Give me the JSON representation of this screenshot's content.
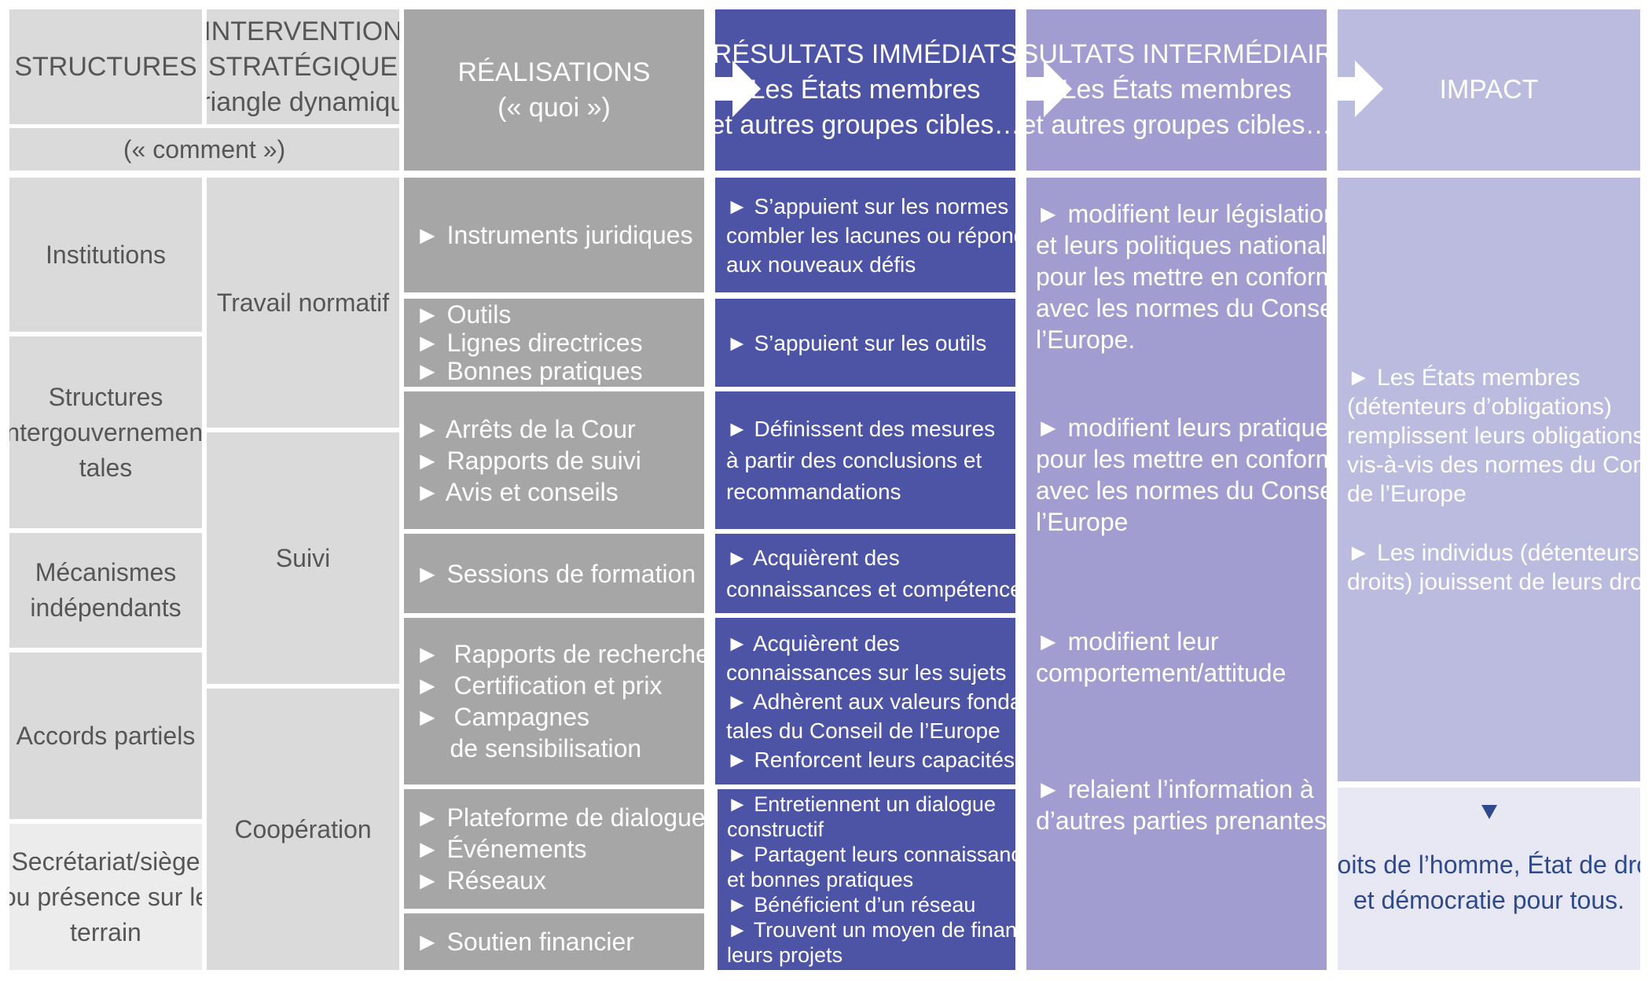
{
  "header": {
    "structures": "STRUCTURES",
    "intervention": [
      "INTERVENTION",
      "STRATÉGIQUE",
      "Triangle dynamique"
    ],
    "comment": "(« comment »)",
    "realisations": [
      "RÉALISATIONS",
      "(« quoi »)"
    ],
    "resultats_immediats": [
      "RÉSULTATS IMMÉDIATS",
      "Les États membres",
      "et autres groupes cibles…"
    ],
    "resultats_intermediaires": [
      "RÉSULTATS INTERMÉDIAIRES",
      "Les États membres",
      "et autres groupes cibles…"
    ],
    "impact": "IMPACT"
  },
  "structures": [
    [
      "Institutions"
    ],
    [
      "Structures",
      "intergouvernemen-",
      "tales"
    ],
    [
      "Mécanismes",
      "indépendants"
    ],
    [
      "Accords partiels"
    ],
    [
      "Secrétariat/siège",
      "ou présence sur le",
      "terrain"
    ]
  ],
  "interventions": [
    "Travail normatif",
    "Suivi",
    "Coopération"
  ],
  "realisations": [
    [
      "► Instruments juridiques"
    ],
    [
      "► Outils",
      "► Lignes directrices",
      "► Bonnes pratiques"
    ],
    [
      "►  Arrêts de la Cour",
      "►  Rapports de suivi",
      "►  Avis et conseils"
    ],
    [
      "►  Sessions de formation"
    ],
    [
      "►  Rapports de recherche",
      "►  Certification et prix",
      "►  Campagnes",
      "     de sensibilisation"
    ],
    [
      "►  Plateforme de dialogue",
      "►  Événements",
      "►  Réseaux"
    ],
    [
      "►  Soutien financier"
    ]
  ],
  "resultats_immediats": [
    [
      "►  S’appuient sur les normes pour",
      "combler les lacunes ou répondre",
      "aux nouveaux défis"
    ],
    [
      "►  S’appuient sur les outils"
    ],
    [
      "►  Définissent des mesures",
      "à partir des conclusions et",
      "recommandations"
    ],
    [
      "►  Acquièrent des",
      "connaissances et compétences"
    ],
    [
      "►  Acquièrent des",
      "connaissances sur les sujets",
      "►  Adhèrent aux valeurs fondamen-",
      "tales du Conseil de l’Europe",
      "►  Renforcent leurs capacités"
    ],
    [
      "►  Entretiennent un dialogue",
      "constructif",
      "►  Partagent leurs connaissances",
      "et bonnes pratiques",
      "►  Bénéficient d’un réseau",
      "►  Trouvent un moyen de financer",
      "leurs projets"
    ]
  ],
  "resultats_intermediaires": [
    [
      "►  modifient leur législation",
      "et leurs politiques nationales",
      "pour les mettre en conformité",
      "avec les normes du Conseil de",
      "l’Europe."
    ],
    [
      "►  modifient leurs pratiques",
      "pour les mettre en conformité",
      "avec les normes du Conseil de",
      "l’Europe"
    ],
    [
      "►  modifient leur",
      "comportement/attitude"
    ],
    [
      "►  relaient l’information à",
      "d’autres parties prenantes."
    ]
  ],
  "impact": {
    "items": [
      [
        "► Les États membres",
        "(détenteurs d’obligations)",
        "remplissent leurs obligations",
        "vis-à-vis des normes du Conseil",
        "de l’Europe"
      ],
      [
        "► Les individus (détenteurs de",
        "droits) jouissent de leurs droits."
      ]
    ],
    "final": [
      "droits de l’homme, État de droit",
      "et démocratie pour tous."
    ]
  },
  "colors": {
    "light_gray": "#dadada",
    "very_light_gray": "#ececec",
    "mid_gray": "#a6a6a6",
    "dark_blue": "#4d54a6",
    "medium_lavender": "#a19dd1",
    "light_lavender": "#bbbbe0",
    "pale_lavender": "#e8e8f5",
    "final_text_blue": "#2f4a8c"
  }
}
